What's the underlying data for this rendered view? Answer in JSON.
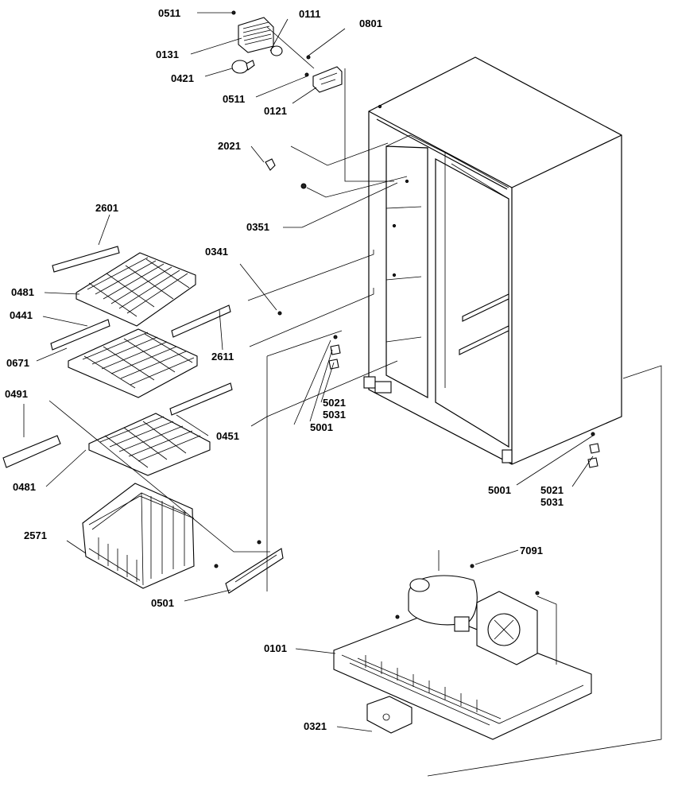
{
  "callouts": {
    "c0511a": "0511",
    "c0111": "0111",
    "c0801": "0801",
    "c0131": "0131",
    "c0421": "0421",
    "c0511b": "0511",
    "c0121": "0121",
    "c2021": "2021",
    "c0351": "0351",
    "c2601": "2601",
    "c0341": "0341",
    "c0481a": "0481",
    "c0441": "0441",
    "c2611": "2611",
    "c0671": "0671",
    "c0491": "0491",
    "c0451": "0451",
    "c5021a": "5021",
    "c5031a": "5031",
    "c5001a": "5001",
    "c0481b": "0481",
    "c2571": "2571",
    "c0501": "0501",
    "c5001b": "5001",
    "c5021b": "5021",
    "c5031b": "5031",
    "c7091": "7091",
    "c0101": "0101",
    "c0321": "0321"
  }
}
